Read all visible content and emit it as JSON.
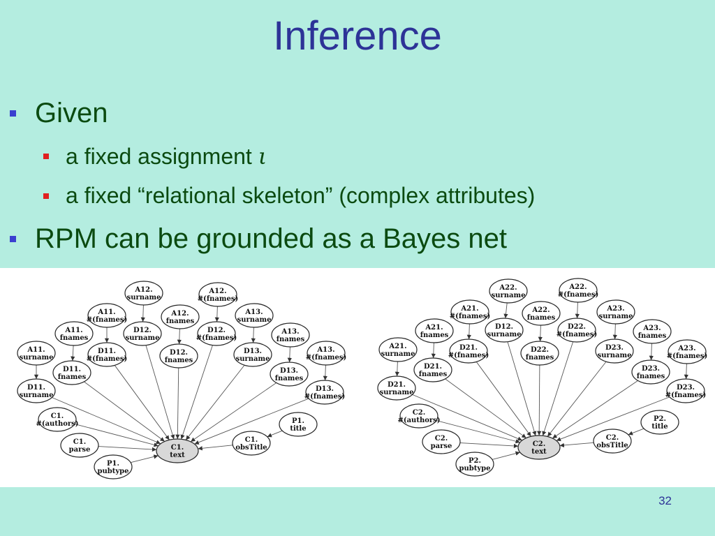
{
  "slide": {
    "title": "Inference",
    "page_number": "32"
  },
  "bullets": [
    {
      "level": 1,
      "text": "Given"
    },
    {
      "level": 2,
      "text": "a fixed assignment ",
      "italic_suffix": "ι"
    },
    {
      "level": 2,
      "text": "a fixed “relational skeleton” (complex attributes)"
    },
    {
      "level": 1,
      "text": "RPM can be grounded as a Bayes net"
    }
  ],
  "diagrams": [
    {
      "center": {
        "id": "C1text",
        "lines": [
          "C1.",
          "text"
        ]
      },
      "nodes": [
        {
          "id": "A11s",
          "lines": [
            "A11.",
            "surname"
          ]
        },
        {
          "id": "D11s",
          "lines": [
            "D11.",
            "surname"
          ]
        },
        {
          "id": "A11f",
          "lines": [
            "A11.",
            "fnames"
          ]
        },
        {
          "id": "D11f",
          "lines": [
            "D11.",
            "fnames"
          ]
        },
        {
          "id": "A11n",
          "lines": [
            "A11.",
            "#(fnames)"
          ]
        },
        {
          "id": "D11n",
          "lines": [
            "D11.",
            "#(fnames)"
          ]
        },
        {
          "id": "A12s",
          "lines": [
            "A12.",
            "surname"
          ]
        },
        {
          "id": "D12s",
          "lines": [
            "D12.",
            "surname"
          ]
        },
        {
          "id": "A12f",
          "lines": [
            "A12.",
            "fnames"
          ]
        },
        {
          "id": "D12f",
          "lines": [
            "D12.",
            "fnames"
          ]
        },
        {
          "id": "A12n",
          "lines": [
            "A12.",
            "#(fnames)"
          ]
        },
        {
          "id": "D12n",
          "lines": [
            "D12.",
            "#(fnames)"
          ]
        },
        {
          "id": "A13s",
          "lines": [
            "A13.",
            "surname"
          ]
        },
        {
          "id": "D13s",
          "lines": [
            "D13.",
            "surname"
          ]
        },
        {
          "id": "A13f",
          "lines": [
            "A13.",
            "fnames"
          ]
        },
        {
          "id": "D13f",
          "lines": [
            "D13.",
            "fnames"
          ]
        },
        {
          "id": "A13n",
          "lines": [
            "A13.",
            "#(fnames)"
          ]
        },
        {
          "id": "D13n",
          "lines": [
            "D13.",
            "#(fnames)"
          ]
        },
        {
          "id": "C1a",
          "lines": [
            "C1.",
            "#(authors)"
          ]
        },
        {
          "id": "C1p",
          "lines": [
            "C1.",
            "parse"
          ]
        },
        {
          "id": "P1p",
          "lines": [
            "P1.",
            "pubtype"
          ]
        },
        {
          "id": "C1o",
          "lines": [
            "C1.",
            "obsTitle"
          ]
        },
        {
          "id": "P1t",
          "lines": [
            "P1.",
            "title"
          ]
        }
      ],
      "edges": [
        [
          "A11s",
          "D11s"
        ],
        [
          "A11f",
          "D11f"
        ],
        [
          "A11n",
          "D11n"
        ],
        [
          "A12s",
          "D12s"
        ],
        [
          "A12f",
          "D12f"
        ],
        [
          "A12n",
          "D12n"
        ],
        [
          "A13s",
          "D13s"
        ],
        [
          "A13f",
          "D13f"
        ],
        [
          "A13n",
          "D13n"
        ],
        [
          "D11s",
          "C1text"
        ],
        [
          "D11f",
          "C1text"
        ],
        [
          "D11n",
          "C1text"
        ],
        [
          "D12s",
          "C1text"
        ],
        [
          "D12f",
          "C1text"
        ],
        [
          "D12n",
          "C1text"
        ],
        [
          "D13s",
          "C1text"
        ],
        [
          "D13f",
          "C1text"
        ],
        [
          "D13n",
          "C1text"
        ],
        [
          "C1a",
          "C1text"
        ],
        [
          "C1p",
          "C1text"
        ],
        [
          "P1p",
          "C1text"
        ],
        [
          "C1o",
          "C1text"
        ],
        [
          "P1t",
          "C1o"
        ]
      ]
    },
    {
      "center": {
        "id": "C2text",
        "lines": [
          "C2.",
          "text"
        ]
      },
      "nodes": [
        {
          "id": "A21s",
          "lines": [
            "A21.",
            "surname"
          ]
        },
        {
          "id": "D21s",
          "lines": [
            "D21.",
            "surname"
          ]
        },
        {
          "id": "A21f",
          "lines": [
            "A21.",
            "fnames"
          ]
        },
        {
          "id": "D21f",
          "lines": [
            "D21.",
            "fnames"
          ]
        },
        {
          "id": "A21n",
          "lines": [
            "A21.",
            "#(fnames)"
          ]
        },
        {
          "id": "D21n",
          "lines": [
            "D21.",
            "#(fnames)"
          ]
        },
        {
          "id": "A22s",
          "lines": [
            "A22.",
            "surname"
          ]
        },
        {
          "id": "D12s",
          "lines": [
            "D12.",
            "surname"
          ]
        },
        {
          "id": "A22f",
          "lines": [
            "A22.",
            "fnames"
          ]
        },
        {
          "id": "D22f",
          "lines": [
            "D22.",
            "fnames"
          ]
        },
        {
          "id": "A22n",
          "lines": [
            "A22.",
            "#(fnames)"
          ]
        },
        {
          "id": "D22n",
          "lines": [
            "D22.",
            "#(fnames)"
          ]
        },
        {
          "id": "A23s",
          "lines": [
            "A23.",
            "surname"
          ]
        },
        {
          "id": "D23s",
          "lines": [
            "D23.",
            "surname"
          ]
        },
        {
          "id": "A23f",
          "lines": [
            "A23.",
            "fnames"
          ]
        },
        {
          "id": "D23f",
          "lines": [
            "D23.",
            "fnames"
          ]
        },
        {
          "id": "A23n",
          "lines": [
            "A23.",
            "#(fnames)"
          ]
        },
        {
          "id": "D23n",
          "lines": [
            "D23.",
            "#(fnames)"
          ]
        },
        {
          "id": "C2a",
          "lines": [
            "C2.",
            "#(authors)"
          ]
        },
        {
          "id": "C2p",
          "lines": [
            "C2.",
            "parse"
          ]
        },
        {
          "id": "P2p",
          "lines": [
            "P2.",
            "pubtype"
          ]
        },
        {
          "id": "C2o",
          "lines": [
            "C2.",
            "obsTitle"
          ]
        },
        {
          "id": "P2t",
          "lines": [
            "P2.",
            "title"
          ]
        }
      ],
      "edges": [
        [
          "A21s",
          "D21s"
        ],
        [
          "A21f",
          "D21f"
        ],
        [
          "A21n",
          "D21n"
        ],
        [
          "A22s",
          "D12s"
        ],
        [
          "A22f",
          "D22f"
        ],
        [
          "A22n",
          "D22n"
        ],
        [
          "A23s",
          "D23s"
        ],
        [
          "A23f",
          "D23f"
        ],
        [
          "A23n",
          "D23n"
        ],
        [
          "D21s",
          "C2text"
        ],
        [
          "D21f",
          "C2text"
        ],
        [
          "D21n",
          "C2text"
        ],
        [
          "D12s",
          "C2text"
        ],
        [
          "D22f",
          "C2text"
        ],
        [
          "D22n",
          "C2text"
        ],
        [
          "D23s",
          "C2text"
        ],
        [
          "D23f",
          "C2text"
        ],
        [
          "D23n",
          "C2text"
        ],
        [
          "C2a",
          "C2text"
        ],
        [
          "C2p",
          "C2text"
        ],
        [
          "P2p",
          "C2text"
        ],
        [
          "C2o",
          "C2text"
        ],
        [
          "P2t",
          "C2o"
        ]
      ]
    }
  ]
}
